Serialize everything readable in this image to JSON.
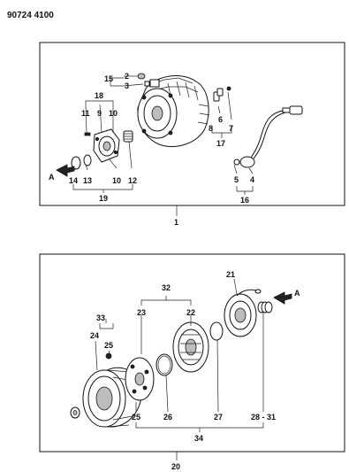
{
  "header": {
    "code": "90724 4100"
  },
  "panel_top": {
    "callouts": {
      "c15": "15",
      "c2": "2",
      "c3": "3",
      "c18": "18",
      "c11": "11",
      "c9": "9",
      "c10a": "10",
      "c6": "6",
      "c8": "8",
      "c7": "7",
      "c17": "17",
      "cA": "A",
      "c14": "14",
      "c13": "13",
      "c10b": "10",
      "c12": "12",
      "c19": "19",
      "c5": "5",
      "c4": "4",
      "c16": "16"
    },
    "assembly_label": "1"
  },
  "panel_bottom": {
    "callouts": {
      "c32": "32",
      "c23": "23",
      "c22": "22",
      "c21": "21",
      "cA": "A",
      "c33": "33",
      "c24": "24",
      "c25a": "25",
      "c25b": "25",
      "c26": "26",
      "c27": "27",
      "c2831": "28 - 31",
      "c34": "34"
    },
    "assembly_label": "20"
  }
}
